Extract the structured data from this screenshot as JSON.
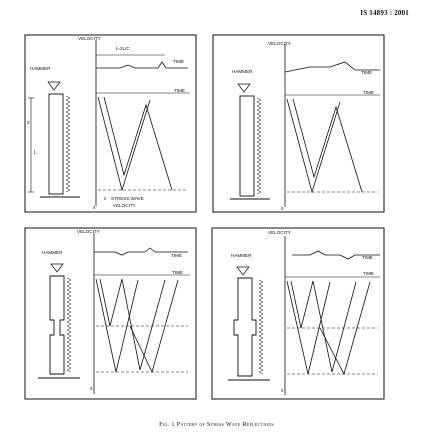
{
  "document": {
    "standard": "IS 14893 : 2001"
  },
  "figure": {
    "caption": "Fig. 1 Pattern of Stress Wave Reflections",
    "labels": {
      "velocity_upper": "VELOCITY",
      "velocity_lower": "VELOCITY",
      "time": "TIME",
      "hammer": "HAMMER",
      "stress_wave": "STRESS WAVE",
      "interval": "t=2L/C",
      "x": "x",
      "c": "c",
      "l": "L"
    }
  }
}
